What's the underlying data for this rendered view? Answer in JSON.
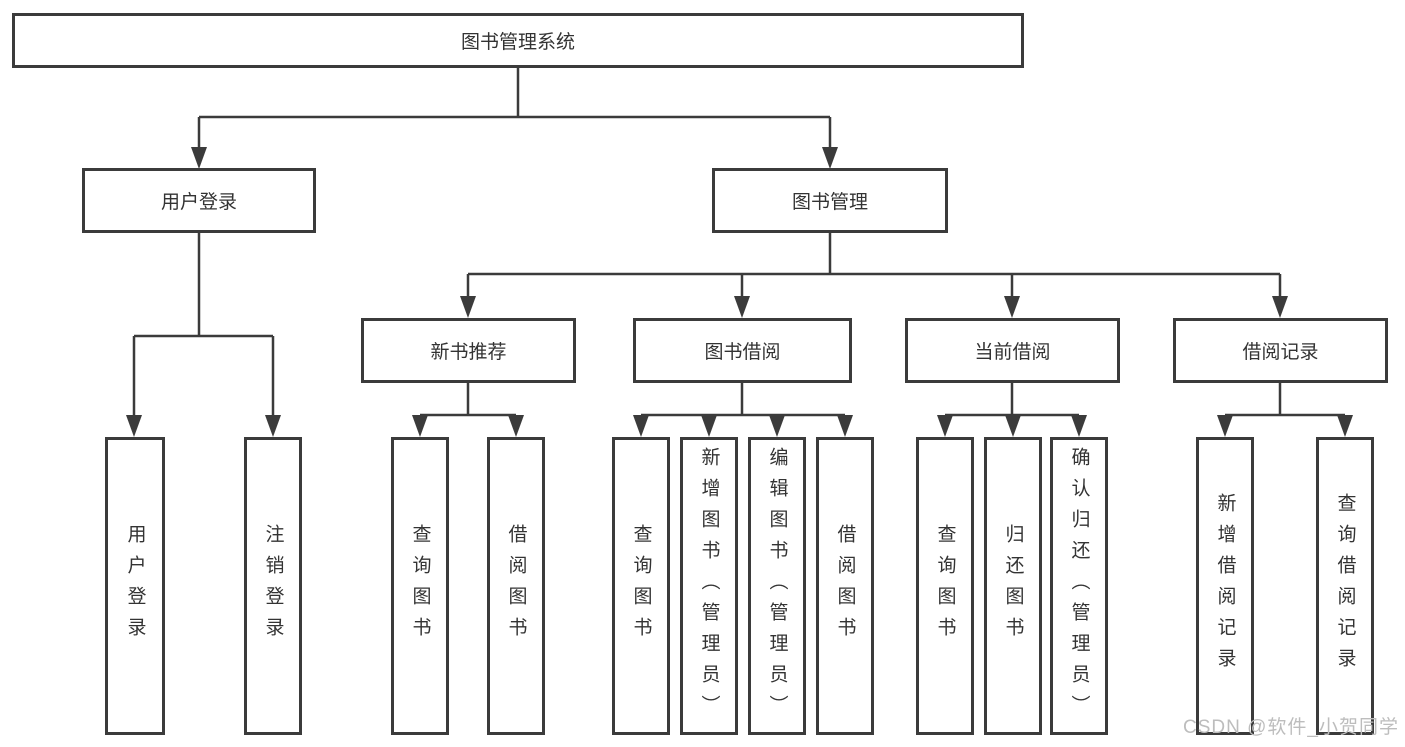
{
  "diagram": {
    "type": "tree",
    "root": {
      "label": "图书管理系统"
    },
    "level2": [
      {
        "id": "user-login",
        "label": "用户登录",
        "parent": "图书管理系统"
      },
      {
        "id": "book-management",
        "label": "图书管理",
        "parent": "图书管理系统"
      }
    ],
    "level3": [
      {
        "id": "new-book-recommend",
        "label": "新书推荐",
        "parent": "图书管理"
      },
      {
        "id": "book-borrow",
        "label": "图书借阅",
        "parent": "图书管理"
      },
      {
        "id": "current-borrow",
        "label": "当前借阅",
        "parent": "图书管理"
      },
      {
        "id": "borrow-records",
        "label": "借阅记录",
        "parent": "图书管理"
      }
    ],
    "leaves": [
      {
        "label": "用户登录",
        "parent": "用户登录"
      },
      {
        "label": "注销登录",
        "parent": "用户登录"
      },
      {
        "label": "查询图书",
        "parent": "新书推荐"
      },
      {
        "label": "借阅图书",
        "parent": "新书推荐"
      },
      {
        "label": "查询图书",
        "parent": "图书借阅"
      },
      {
        "label": "新增图书（管理员）",
        "parent": "图书借阅"
      },
      {
        "label": "编辑图书（管理员）",
        "parent": "图书借阅"
      },
      {
        "label": "借阅图书",
        "parent": "图书借阅"
      },
      {
        "label": "查询图书",
        "parent": "当前借阅"
      },
      {
        "label": "归还图书",
        "parent": "当前借阅"
      },
      {
        "label": "确认归还（管理员）",
        "parent": "当前借阅"
      },
      {
        "label": "新增借阅记录",
        "parent": "借阅记录"
      },
      {
        "label": "查询借阅记录",
        "parent": "借阅记录"
      }
    ],
    "watermark": "CSDN @软件_小贺同学",
    "colors": {
      "line": "#3b3b3b",
      "text": "#333333",
      "watermark": "#bdbdbd",
      "background": "#ffffff"
    }
  }
}
